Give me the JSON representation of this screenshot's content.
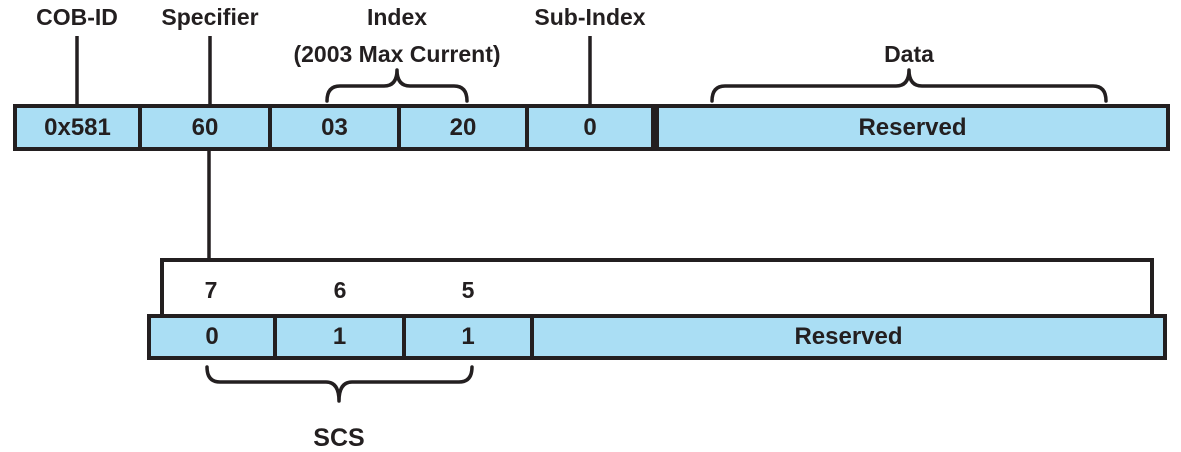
{
  "diagram": {
    "labels": {
      "cob_id": "COB-ID",
      "specifier": "Specifier",
      "index": "Index",
      "index_note": "(2003 Max Current)",
      "sub_index": "Sub-Index",
      "data": "Data",
      "scs": "SCS"
    },
    "frame_cells": [
      {
        "value": "0x581"
      },
      {
        "value": "60"
      },
      {
        "value": "03"
      },
      {
        "value": "20"
      },
      {
        "value": "0"
      },
      {
        "value": "Reserved"
      }
    ],
    "bit_numbers": [
      "7",
      "6",
      "5"
    ],
    "bit_cells": [
      {
        "value": "0"
      },
      {
        "value": "1"
      },
      {
        "value": "1"
      },
      {
        "value": "Reserved"
      }
    ],
    "colors": {
      "cell_fill": "#AADEF4",
      "line": "#231F20",
      "background": "#FFFFFF"
    }
  }
}
